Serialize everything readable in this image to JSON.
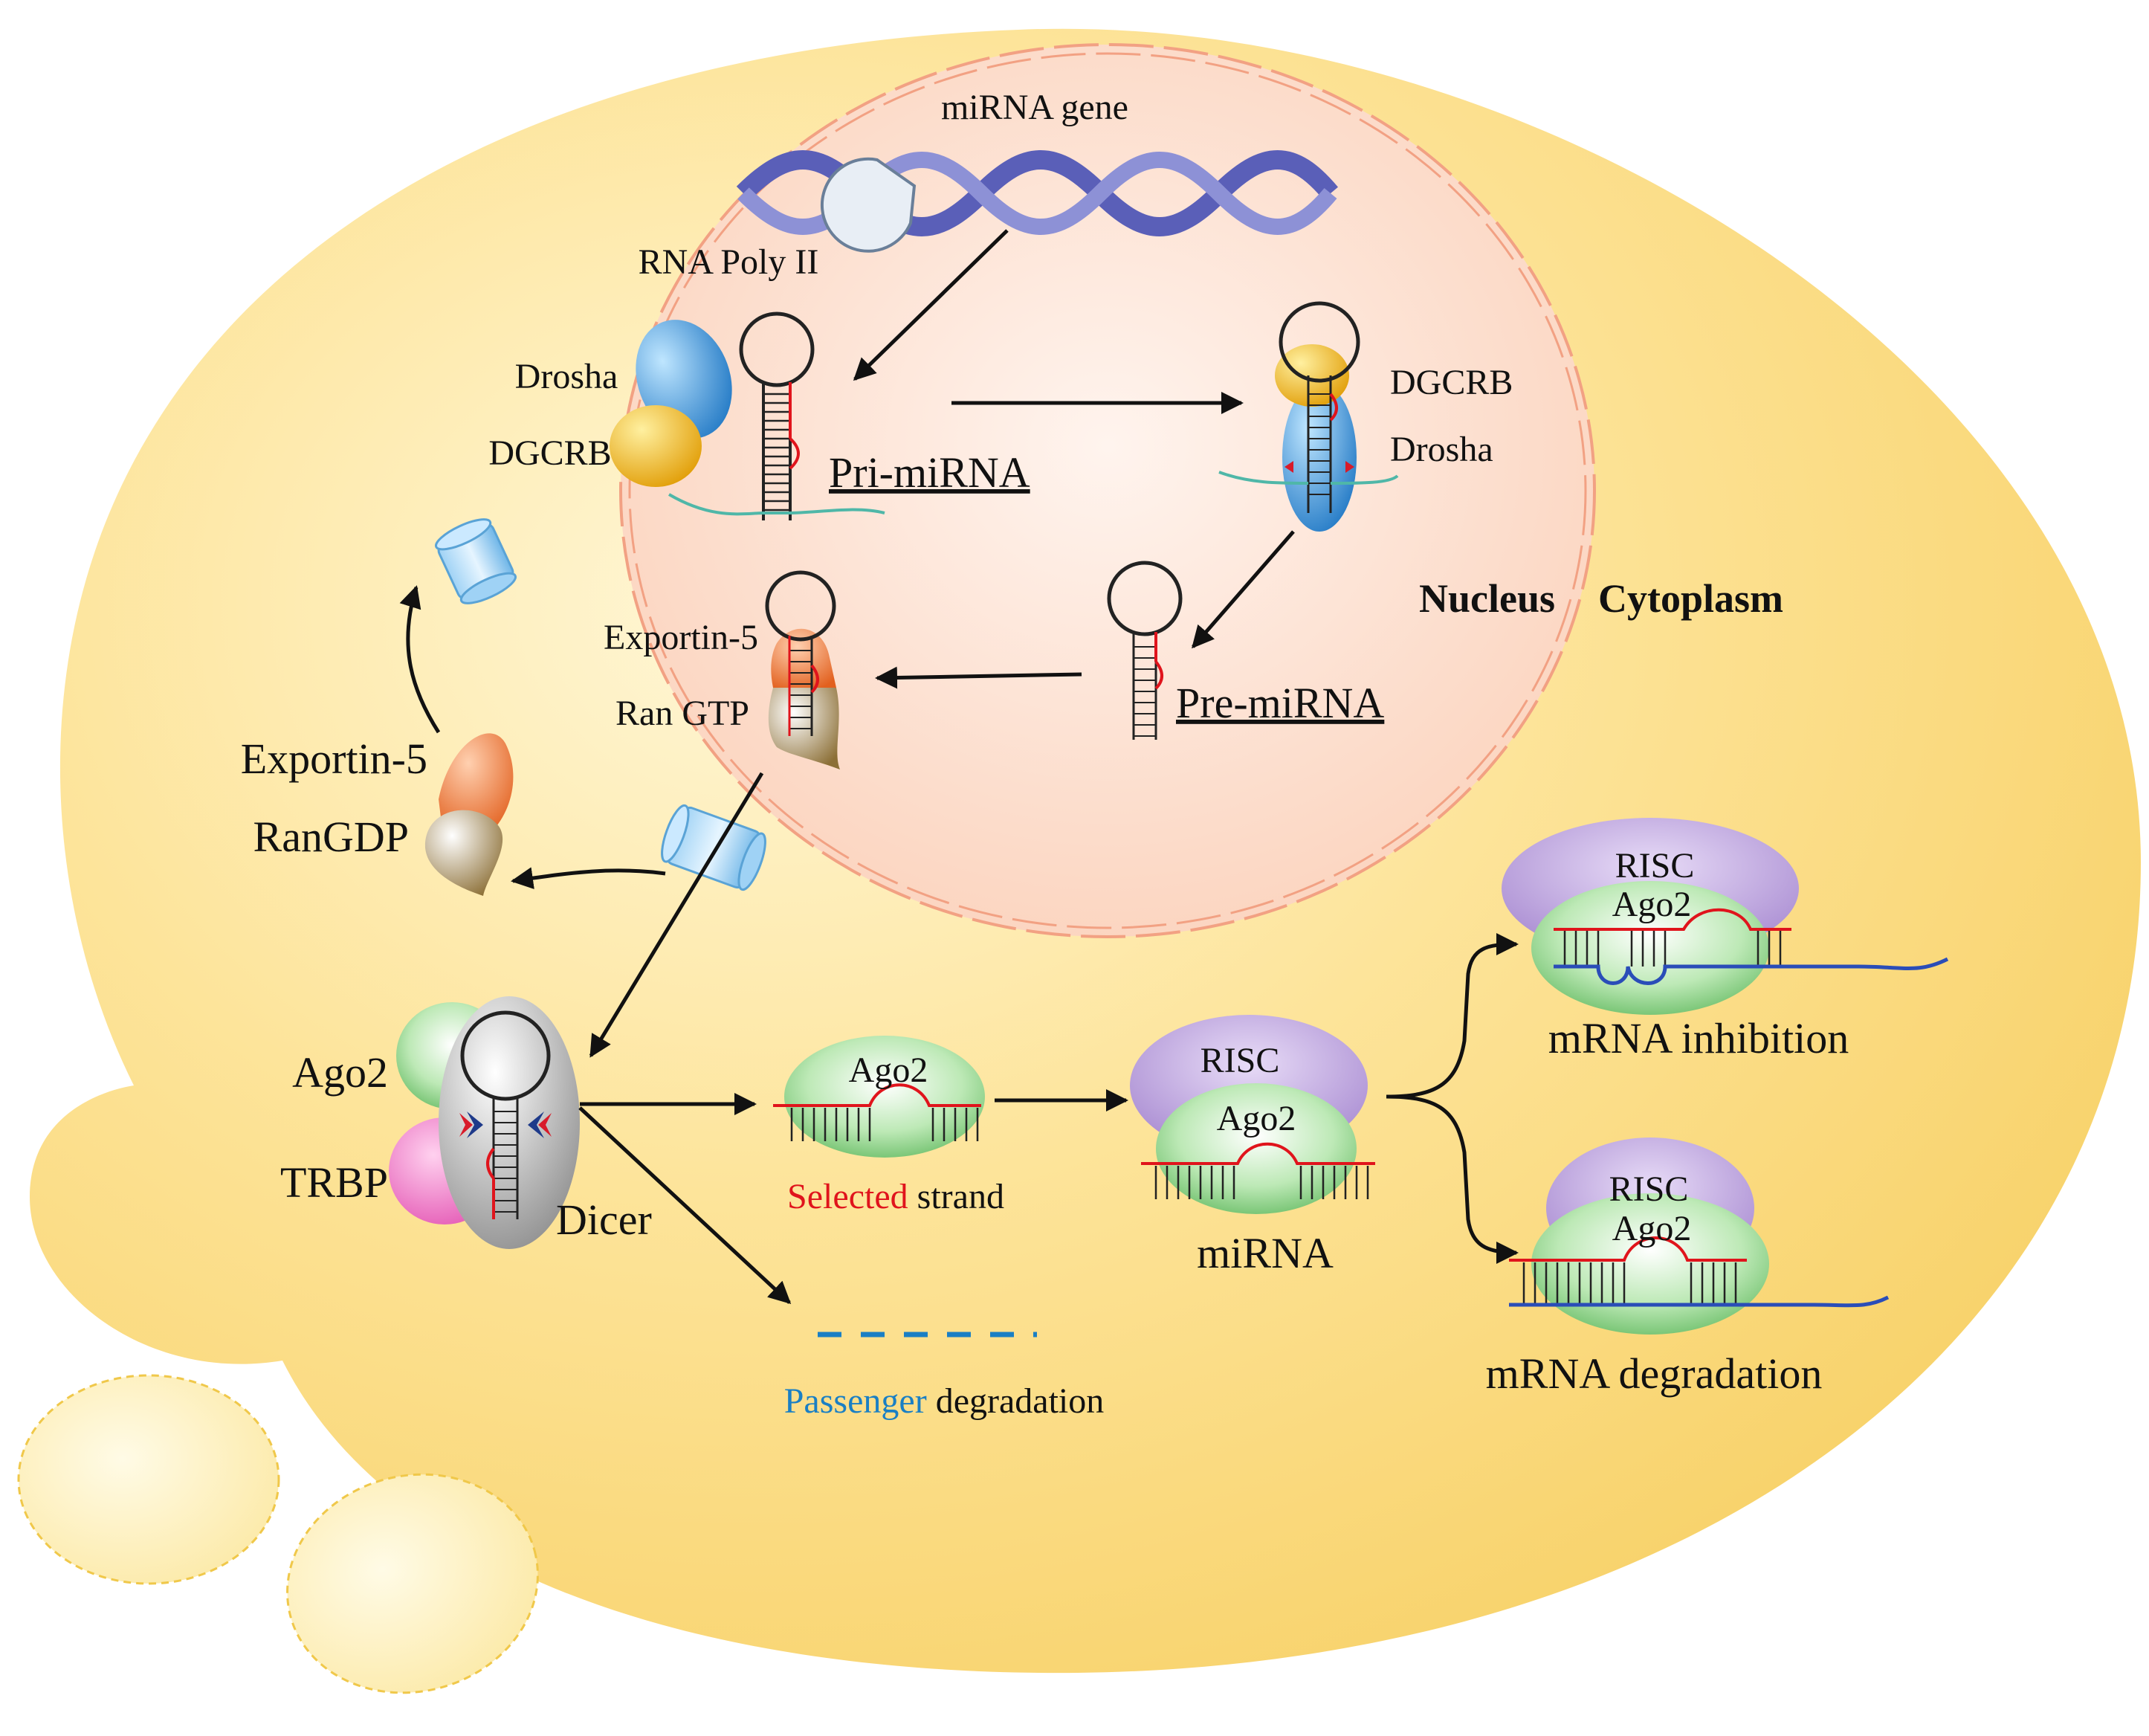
{
  "labels": {
    "mirna_gene": "miRNA gene",
    "rna_poly": "RNA Poly II",
    "drosha_left": "Drosha",
    "dgcrb_left": "DGCRB",
    "pri_mirna": "Pri-miRNA",
    "dgcrb_right": "DGCRB",
    "drosha_right": "Drosha",
    "nucleus": "Nucleus",
    "cytoplasm": "Cytoplasm",
    "exportin_nucleus": "Exportin-5",
    "ran_gtp": "Ran GTP",
    "pre_mirna": "Pre-miRNA",
    "exportin_cyto": "Exportin-5",
    "ran_gdp": "RanGDP",
    "ago2_dicer": "Ago2",
    "trbp": "TRBP",
    "dicer": "Dicer",
    "ago2_selected": "Ago2",
    "selected_word": "Selected",
    "strand_word": " strand",
    "passenger_word": "Passenger",
    "degradation_word": " degradation",
    "risc_mirna": "RISC",
    "ago2_mirna": "Ago2",
    "mirna": "miRNA",
    "risc_inhib": "RISC",
    "ago2_inhib": "Ago2",
    "mrna_inhibition": "mRNA inhibition",
    "risc_degr": "RISC",
    "ago2_degr": "Ago2",
    "mrna_degradation": "mRNA degradation"
  },
  "colors": {
    "cytoplasm": "#fbd874",
    "nucleus": "#fcd9c4",
    "nuclear_membrane": "#f2a183",
    "dna": "#5a5fb8",
    "drosha": "#3a8fd0",
    "dgcrb": "#f0b01a",
    "exportin": "#e8773a",
    "ran": "#a38a52",
    "ago2": "#7fcb7a",
    "risc": "#b79bd8",
    "trbp": "#ef6fbf",
    "dicer": "#9a9a9a",
    "selected_text": "#e0141c",
    "passenger_text": "#1a7fc4",
    "mrna": "#2a4db8"
  }
}
